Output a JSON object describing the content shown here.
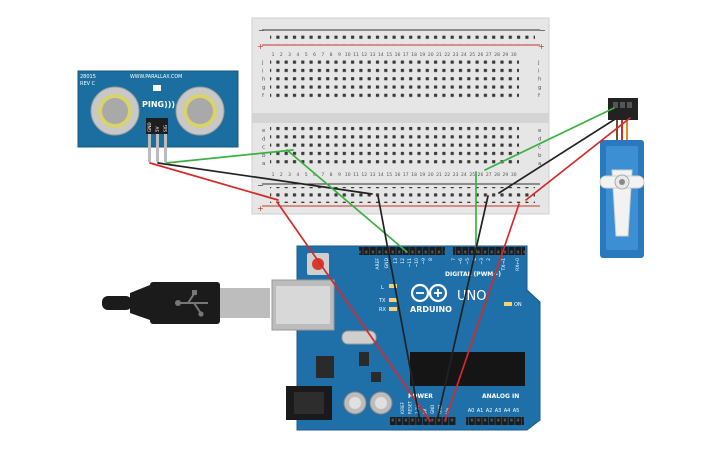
{
  "ping_sensor": {
    "model": "28015",
    "rev": "REV C",
    "website": "WWW.PARALLAX.COM",
    "name": "PING)))",
    "pins": [
      "GND",
      "5V",
      "SIG"
    ]
  },
  "breadboard": {
    "top_rows": [
      "j",
      "i",
      "h",
      "g",
      "f"
    ],
    "bottom_rows": [
      "e",
      "d",
      "c",
      "b",
      "a"
    ],
    "column_numbers": [
      "1",
      "2",
      "3",
      "4",
      "5",
      "6",
      "7",
      "8",
      "9",
      "10",
      "11",
      "12",
      "13",
      "14",
      "15",
      "16",
      "17",
      "18",
      "19",
      "20",
      "21",
      "22",
      "23",
      "24",
      "25",
      "26",
      "27",
      "28",
      "29",
      "30"
    ],
    "rail_minus": "−",
    "rail_plus": "+"
  },
  "arduino": {
    "brand": "ARDUINO",
    "model": "UNO",
    "digital_label": "DIGITAL (PWM~)",
    "power_label": "POWER",
    "analog_label": "ANALOG IN",
    "led_labels": [
      "L",
      "TX",
      "RX"
    ],
    "on_label": "ON",
    "top_header_labels": [
      "AREF",
      "GND",
      "13",
      "12",
      "~11",
      "~10",
      "~9",
      "8",
      "7",
      "~6",
      "~5",
      "4",
      "~3",
      "2",
      "TX→1",
      "RX←0"
    ],
    "power_pin_labels": [
      "IOREF",
      "RESET",
      "3.3V",
      "5V",
      "GND",
      "GND",
      "Vin"
    ],
    "analog_pin_labels": [
      "A0",
      "A1",
      "A2",
      "A3",
      "A4",
      "A5"
    ]
  },
  "colors": {
    "wire_red": "#d42a2a",
    "wire_black": "#222222",
    "wire_green": "#3cb043",
    "board_blue": "#1f6fa8",
    "sensor_blue": "#1b6fa0",
    "servo_blue": "#2a79bf"
  }
}
